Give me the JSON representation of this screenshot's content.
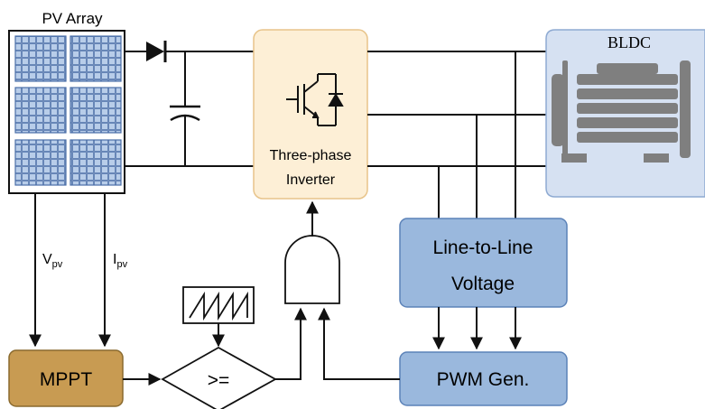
{
  "labels": {
    "pv_array": "PV Array",
    "bldc": "BLDC",
    "inverter_line1": "Three-phase",
    "inverter_line2": "Inverter",
    "vpv_main": "V",
    "vpv_sub": "pv",
    "ipv_main": "I",
    "ipv_sub": "pv",
    "mppt": "MPPT",
    "comparator": ">=",
    "line_voltage_line1": "Line-to-Line",
    "line_voltage_line2": "Voltage",
    "pwm_gen": "PWM Gen."
  },
  "colors": {
    "inverter_fill": "#fdefd6",
    "inverter_stroke": "#e8c48a",
    "bldc_fill": "#d6e1f2",
    "bldc_stroke": "#8eaad2",
    "motor_icon": "#7f7f7f",
    "voltage_fill": "#9ab8dd",
    "voltage_stroke": "#5b82b8",
    "mppt_fill": "#c89b52",
    "mppt_stroke": "#8a6a2e",
    "panel_fill": "#b8cde9",
    "panel_stroke": "#4a6ea8"
  }
}
